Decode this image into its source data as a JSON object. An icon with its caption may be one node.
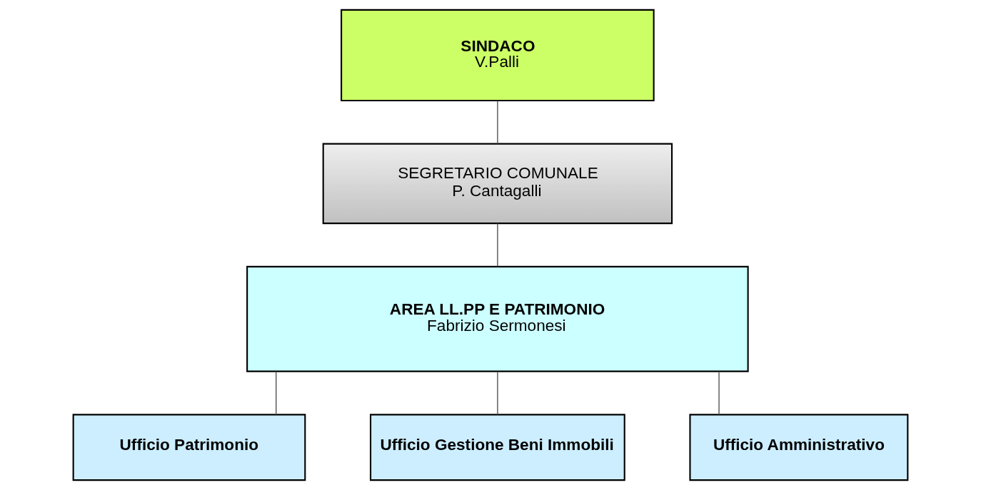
{
  "diagram": {
    "nodes": [
      {
        "text": [
          "SINDACO",
          "V.Palli"
        ]
      },
      {
        "text": [
          "SEGRETARIO COMUNALE",
          "P. Cantagalli"
        ]
      },
      {
        "text": [
          "AREA LL.PP E PATRIMONIO",
          "Fabrizio Sermonesi"
        ]
      },
      {
        "text": [
          "Ufficio Patrimonio"
        ]
      },
      {
        "text": [
          "Ufficio Gestione Beni Immobili"
        ]
      },
      {
        "text": [
          "Ufficio Amministrativo"
        ]
      }
    ],
    "edges": [
      {
        "from": 0,
        "to": 1,
        "arrow": "none"
      },
      {
        "from": 1,
        "to": 2,
        "arrow": "none"
      },
      {
        "from": 2,
        "to": 3,
        "arrow": "none"
      },
      {
        "from": 2,
        "to": 4,
        "arrow": "none"
      },
      {
        "from": 2,
        "to": 5,
        "arrow": "none"
      }
    ]
  }
}
